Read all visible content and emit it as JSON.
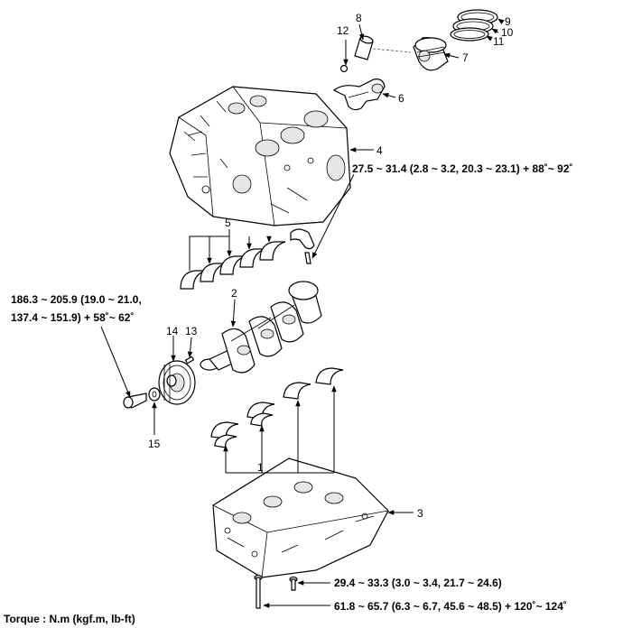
{
  "callouts": {
    "c1": "1",
    "c2": "2",
    "c3": "3",
    "c4": "4",
    "c5": "5",
    "c6": "6",
    "c7": "7",
    "c8": "8",
    "c9": "9",
    "c10": "10",
    "c11": "11",
    "c12": "12",
    "c13": "13",
    "c14": "14",
    "c15": "15"
  },
  "torque_specs": {
    "connecting_rod_cap": "27.5 ~ 31.4 (2.8 ~ 3.2, 20.3 ~ 23.1) + 88˚~ 92˚",
    "damper_pulley_line1": "186.3 ~ 205.9 (19.0 ~ 21.0,",
    "damper_pulley_line2": "137.4 ~ 151.9) + 58˚~ 62˚",
    "ladder_frame_bolt": "29.4 ~ 33.3 (3.0 ~ 3.4, 21.7 ~ 24.6)",
    "main_bearing_bolt": "61.8 ~ 65.7 (6.3 ~ 6.7, 45.6 ~ 48.5) + 120˚~ 124˚"
  },
  "torque_unit_note": "Torque : N.m (kgf.m, lb-ft)"
}
